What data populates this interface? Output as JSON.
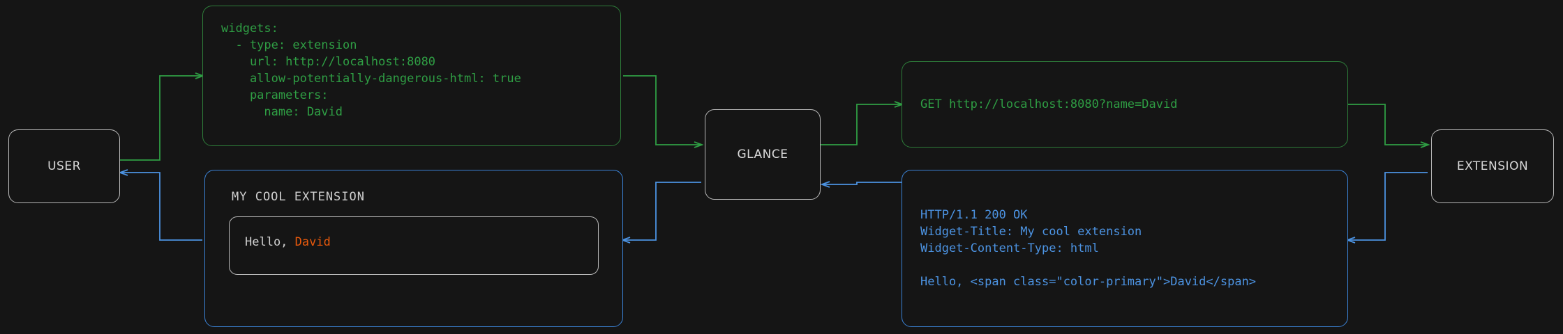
{
  "diagram": {
    "background_color": "#151515",
    "colors": {
      "request_green": "#2f9e44",
      "response_blue": "#4c93e2",
      "node_border": "#b9b9b9",
      "accent_orange": "#e8590c",
      "text_light": "#d0d0d0"
    }
  },
  "nodes": {
    "user": {
      "label": "USER"
    },
    "glance": {
      "label": "GLANCE"
    },
    "extension": {
      "label": "EXTENSION"
    }
  },
  "boxes": {
    "config_yaml": {
      "name": "glance-widget-config",
      "color": "#2f9e44",
      "lines": [
        "widgets:",
        "  - type: extension",
        "    url: http://localhost:8080",
        "    allow-potentially-dangerous-html: true",
        "    parameters:",
        "      name: David"
      ],
      "text": "widgets:\n  - type: extension\n    url: http://localhost:8080\n    allow-potentially-dangerous-html: true\n    parameters:\n      name: David"
    },
    "http_request": {
      "name": "http-request",
      "color": "#2f9e44",
      "lines": [
        "GET http://localhost:8080?name=David"
      ],
      "text": "GET http://localhost:8080?name=David"
    },
    "http_response": {
      "name": "http-response",
      "color": "#4c93e2",
      "lines": [
        "HTTP/1.1 200 OK",
        "Widget-Title: My cool extension",
        "Widget-Content-Type: html",
        "",
        "Hello, <span class=\"color-primary\">David</span>"
      ],
      "text": "HTTP/1.1 200 OK\nWidget-Title: My cool extension\nWidget-Content-Type: html\n\nHello, <span class=\"color-primary\">David</span>"
    },
    "rendered_widget": {
      "name": "rendered-widget",
      "color": "#3b82d6",
      "title": "MY COOL EXTENSION",
      "body_prefix": "Hello, ",
      "body_highlight": "David"
    }
  }
}
